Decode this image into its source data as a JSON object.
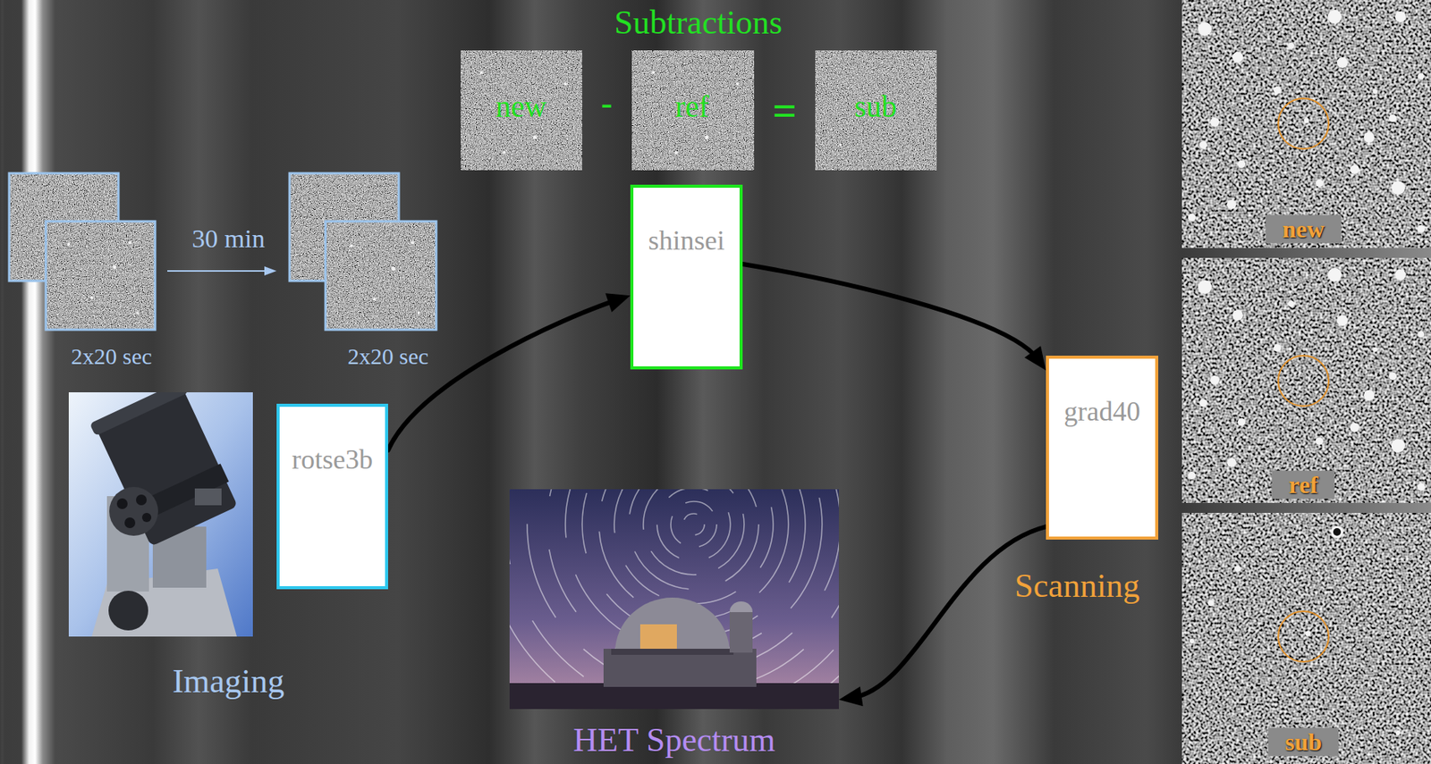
{
  "diagram": {
    "nodes": [
      {
        "text": [
          "rotse3b"
        ]
      },
      {
        "text": [
          "shinsei"
        ]
      },
      {
        "text": [
          "grad40"
        ]
      },
      {
        "text": [
          "HET Spectrum"
        ]
      }
    ],
    "edges": [
      {
        "from": 0,
        "to": 1,
        "arrow": "to"
      },
      {
        "from": 1,
        "to": 2,
        "arrow": "to"
      },
      {
        "from": 2,
        "to": 3,
        "arrow": "to"
      }
    ],
    "labels": [
      "Subtractions",
      "new",
      "-",
      "ref",
      "=",
      "sub",
      "30 min",
      "2x20 sec",
      "2x20 sec",
      "Imaging",
      "Scanning",
      "new",
      "ref",
      "sub"
    ]
  }
}
